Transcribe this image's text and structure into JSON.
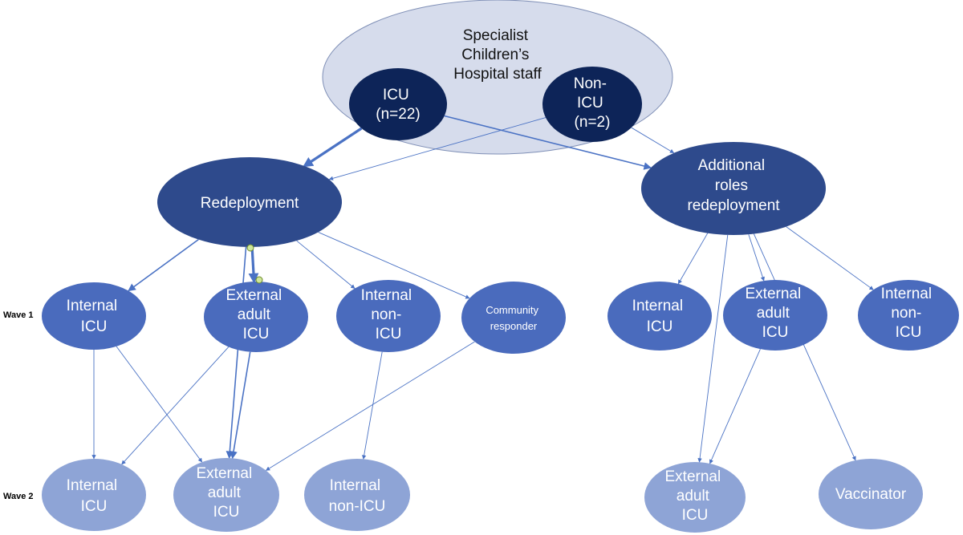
{
  "colors": {
    "top_group": "#d6dcec",
    "top_group_stroke": "#7f8fb6",
    "top_level": "#0d2458",
    "mid_level": "#2e4a8c",
    "wave1": "#4a6bbd",
    "wave2": "#8ea4d6",
    "edge": "#4a72c4",
    "marker": "#cfe69a"
  },
  "wave_labels": {
    "wave1": "Wave 1",
    "wave2": "Wave 2"
  },
  "nodes": {
    "group": {
      "lines": [
        "Specialist",
        "Children’s",
        "Hospital staff"
      ]
    },
    "icu": {
      "lines": [
        "ICU",
        "(n=22)"
      ]
    },
    "nonicu": {
      "lines": [
        "Non-",
        "ICU",
        "(n=2)"
      ]
    },
    "redeploy": {
      "lines": [
        "Redeployment"
      ]
    },
    "additional": {
      "lines": [
        "Additional",
        "roles",
        "redeployment"
      ]
    },
    "w1_internal_icu": {
      "lines": [
        "Internal",
        "ICU"
      ]
    },
    "w1_external_adult_icu": {
      "lines": [
        "External",
        "adult",
        "ICU"
      ]
    },
    "w1_internal_nonicu": {
      "lines": [
        "Internal",
        "non-",
        "ICU"
      ]
    },
    "w1_community": {
      "lines": [
        "Community",
        "responder"
      ]
    },
    "r1_internal_icu": {
      "lines": [
        "Internal",
        "ICU"
      ]
    },
    "r1_external_adult_icu": {
      "lines": [
        "External",
        "adult",
        "ICU"
      ]
    },
    "r1_internal_nonicu": {
      "lines": [
        "Internal",
        "non-",
        "ICU"
      ]
    },
    "w2_internal_icu": {
      "lines": [
        "Internal",
        "ICU"
      ]
    },
    "w2_external_adult_icu": {
      "lines": [
        "External",
        "adult",
        "ICU"
      ]
    },
    "w2_internal_nonicu": {
      "lines": [
        "Internal",
        "non-ICU"
      ]
    },
    "r2_external_adult_icu": {
      "lines": [
        "External",
        "adult",
        "ICU"
      ]
    },
    "r2_vaccinator": {
      "lines": [
        "Vaccinator"
      ]
    }
  },
  "edges": [
    {
      "from": "icu",
      "to": "redeploy",
      "weight": "heavy"
    },
    {
      "from": "icu",
      "to": "additional",
      "weight": "medium"
    },
    {
      "from": "nonicu",
      "to": "redeploy",
      "weight": "light"
    },
    {
      "from": "nonicu",
      "to": "additional",
      "weight": "light"
    },
    {
      "from": "redeploy",
      "to": "w1_internal_icu",
      "weight": "medium"
    },
    {
      "from": "redeploy",
      "to": "w1_external_adult_icu",
      "weight": "heavy"
    },
    {
      "from": "redeploy",
      "to": "w1_internal_nonicu",
      "weight": "light"
    },
    {
      "from": "redeploy",
      "to": "w1_community",
      "weight": "light"
    },
    {
      "from": "redeploy",
      "to": "w2_external_adult_icu",
      "weight": "medium"
    },
    {
      "from": "additional",
      "to": "r1_internal_icu",
      "weight": "light"
    },
    {
      "from": "additional",
      "to": "r1_external_adult_icu",
      "weight": "light"
    },
    {
      "from": "additional",
      "to": "r1_internal_nonicu",
      "weight": "light"
    },
    {
      "from": "additional",
      "to": "r2_external_adult_icu",
      "weight": "light"
    },
    {
      "from": "additional",
      "to": "r2_vaccinator",
      "weight": "light"
    },
    {
      "from": "w1_internal_icu",
      "to": "w2_internal_icu",
      "weight": "light"
    },
    {
      "from": "w1_internal_icu",
      "to": "w2_external_adult_icu",
      "weight": "light"
    },
    {
      "from": "w1_external_adult_icu",
      "to": "w2_internal_icu",
      "weight": "light"
    },
    {
      "from": "w1_external_adult_icu",
      "to": "w2_external_adult_icu",
      "weight": "medium"
    },
    {
      "from": "w1_internal_nonicu",
      "to": "w2_internal_nonicu",
      "weight": "light"
    },
    {
      "from": "w1_community",
      "to": "w2_external_adult_icu",
      "weight": "light"
    },
    {
      "from": "r1_external_adult_icu",
      "to": "r2_external_adult_icu",
      "weight": "light"
    }
  ]
}
